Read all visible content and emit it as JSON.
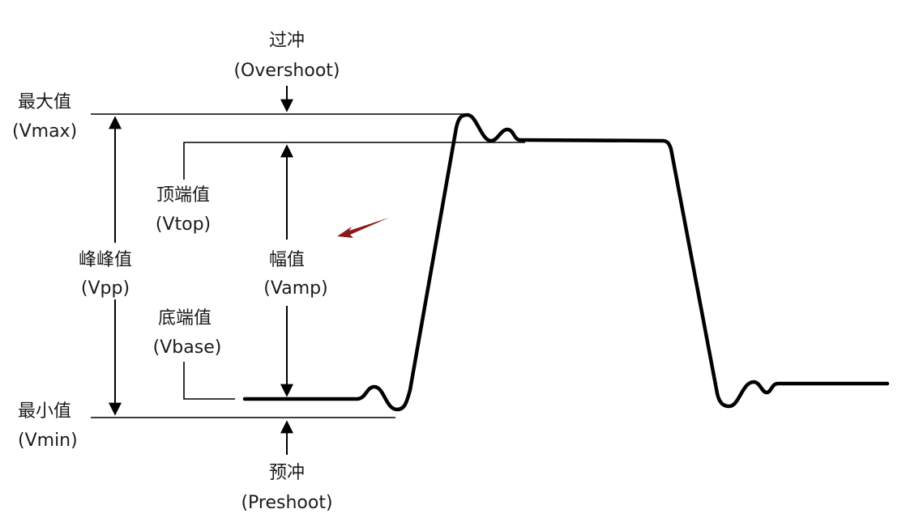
{
  "labels": {
    "overshoot_zh": "过冲",
    "overshoot_en": "(Overshoot)",
    "vmax_zh": "最大值",
    "vmax_en": "(Vmax)",
    "vtop_zh": "顶端值",
    "vtop_en": "(Vtop)",
    "vpp_zh": "峰峰值",
    "vpp_en": "(Vpp)",
    "vamp_zh": "幅值",
    "vamp_en": "(Vamp)",
    "vbase_zh": "底端值",
    "vbase_en": "(Vbase)",
    "vmin_zh": "最小值",
    "vmin_en": "(Vmin)",
    "preshoot_zh": "预冲",
    "preshoot_en": "(Preshoot)"
  },
  "colors": {
    "line": "#000000",
    "text": "#1a1a1a",
    "cursor": "#8b1a1a"
  }
}
